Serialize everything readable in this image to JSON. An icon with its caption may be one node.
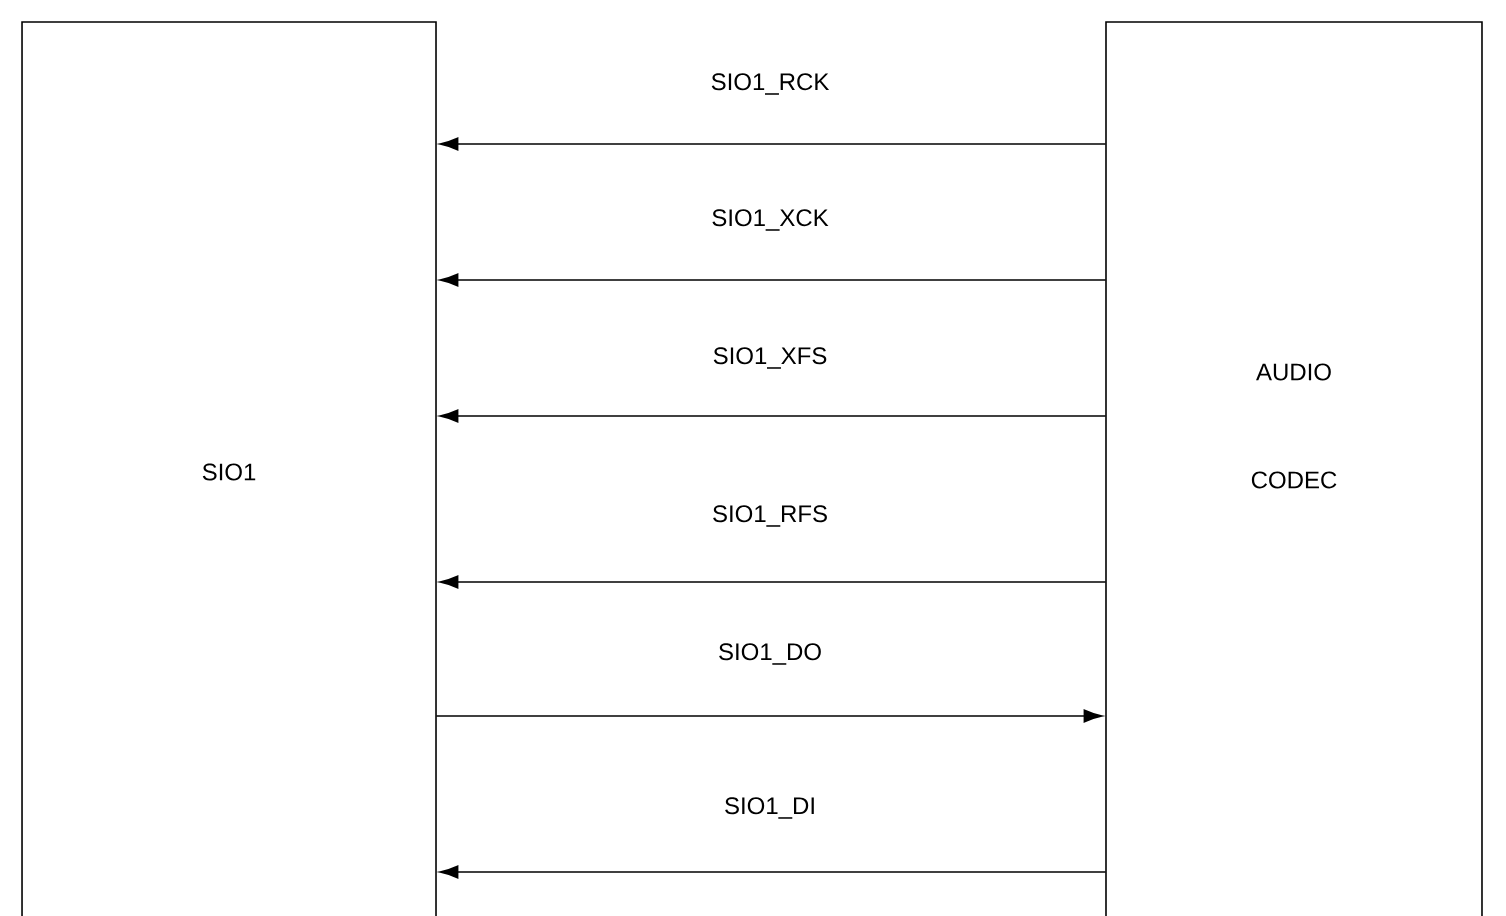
{
  "diagram": {
    "nodes": [
      {
        "text": [
          "SIO1"
        ]
      },
      {
        "text": [
          "AUDIO CODEC"
        ]
      }
    ],
    "edges": [
      {
        "from": 1,
        "to": 0,
        "arrow": "to",
        "label": "SIO1_RCK"
      },
      {
        "from": 1,
        "to": 0,
        "arrow": "to",
        "label": "SIO1_XCK"
      },
      {
        "from": 1,
        "to": 0,
        "arrow": "to",
        "label": "SIO1_XFS"
      },
      {
        "from": 1,
        "to": 0,
        "arrow": "to",
        "label": "SIO1_RFS"
      },
      {
        "from": 0,
        "to": 1,
        "arrow": "to",
        "label": "SIO1_DO"
      },
      {
        "from": 1,
        "to": 0,
        "arrow": "to",
        "label": "SIO1_DI"
      }
    ]
  }
}
